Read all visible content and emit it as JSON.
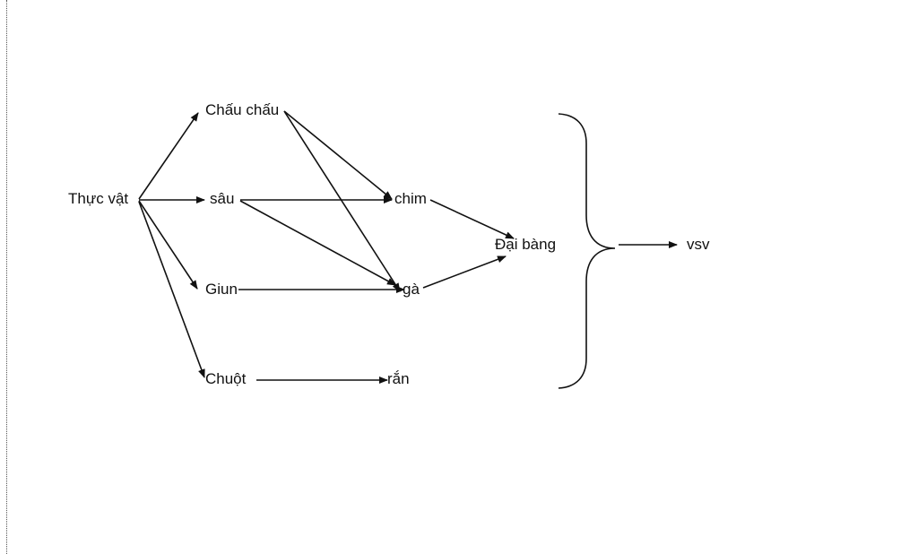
{
  "diagram": {
    "nodes": {
      "thuc_vat": "Thực vật",
      "chau_chau": "Chấu chấu",
      "sau": "sâu",
      "giun": "Giun",
      "chuot": "Chuột",
      "chim": "chim",
      "ga": "gà",
      "ran": "rắn",
      "dai_bang": "Đại bàng",
      "vsv": "vsv"
    },
    "edges": [
      [
        "thuc_vat",
        "chau_chau"
      ],
      [
        "thuc_vat",
        "sau"
      ],
      [
        "thuc_vat",
        "giun"
      ],
      [
        "thuc_vat",
        "chuot"
      ],
      [
        "chau_chau",
        "chim"
      ],
      [
        "chau_chau",
        "ga"
      ],
      [
        "sau",
        "chim"
      ],
      [
        "sau",
        "ga"
      ],
      [
        "giun",
        "ga"
      ],
      [
        "chuot",
        "ran"
      ],
      [
        "chim",
        "dai_bang"
      ],
      [
        "ga",
        "dai_bang"
      ],
      [
        "all_consumers",
        "vsv"
      ]
    ],
    "colors": {
      "line": "#111111",
      "text": "#111111",
      "page_border": "#555555"
    }
  }
}
